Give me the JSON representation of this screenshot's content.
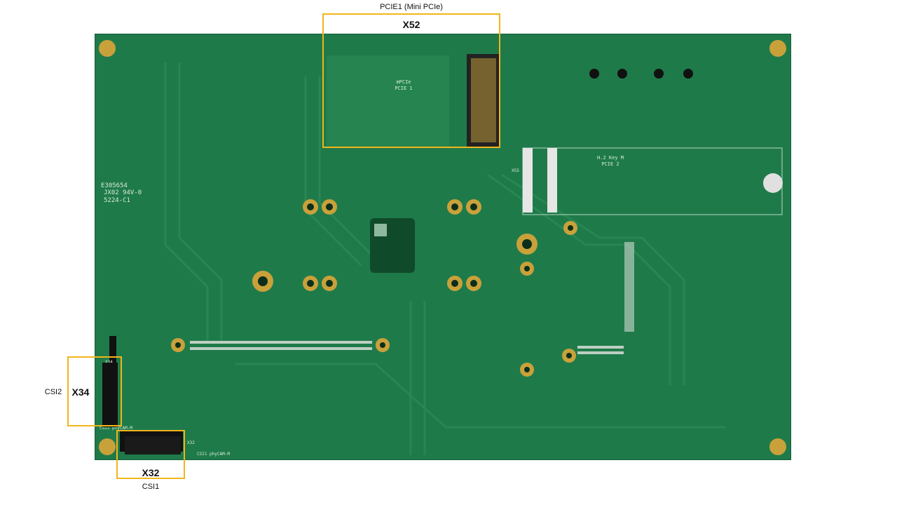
{
  "callouts": {
    "pcie1": {
      "name_label": "PCIE1 (Mini PCIe)",
      "id_label": "X52"
    },
    "csi2": {
      "name_label": "CSI2",
      "id_label": "X34"
    },
    "csi1": {
      "name_label": "CSI1",
      "id_label": "X32"
    }
  },
  "silkscreen": {
    "mpcie_line1": "mPCIe",
    "mpcie_line2": "PCIE 1",
    "m2_line1": "H.2 Key M",
    "m2_line2": "PCIE 2",
    "ul_line1": "E305654",
    "ul_line2": "JX02 94V-0",
    "ul_line3": "5224-C1",
    "csi1_label": "CSI1 phyCAM-M",
    "csi2_label": "CSI2 phyCAM-M",
    "x32_ref": "X32",
    "x34_ref": "X34",
    "x55_ref": "X55"
  },
  "colors": {
    "board": "#1f7a4a",
    "highlight": "#f2b51c",
    "pad": "#c9a13a"
  }
}
